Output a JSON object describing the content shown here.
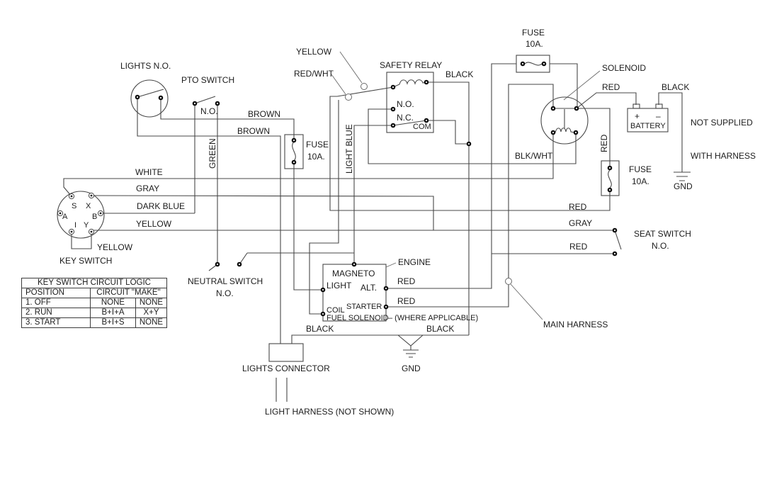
{
  "wire_labels": {
    "brown_upper": "BROWN",
    "brown_lower": "BROWN",
    "green": "GREEN",
    "white": "WHITE",
    "gray_left": "GRAY",
    "dark_blue": "DARK BLUE",
    "yellow_left": "YELLOW",
    "yellow_jumper": "YELLOW",
    "yellow_connector": "YELLOW",
    "red_wht": "RED/WHT",
    "light_blue": "LIGHT BLUE",
    "black_relay": "BLACK",
    "blk_wht": "BLK/WHT",
    "red_battery": "RED",
    "black_battery": "BLACK",
    "red_solenoid_vert": "RED",
    "red_charge": "RED",
    "gray_right": "GRAY",
    "red_seat": "RED",
    "red_alt": "RED",
    "red_starter": "RED",
    "black_ground_left": "BLACK",
    "black_ground_right": "BLACK"
  },
  "components": {
    "lights_switch": {
      "title": "LIGHTS N.O."
    },
    "pto_switch": {
      "title": "PTO SWITCH",
      "state": "N.O."
    },
    "fuse_pto": {
      "line1": "FUSE",
      "line2": "10A."
    },
    "fuse_top": {
      "line1": "FUSE",
      "line2": "10A."
    },
    "fuse_right": {
      "line1": "FUSE",
      "line2": "10A."
    },
    "key_switch": {
      "title": "KEY SWITCH",
      "terminals": [
        "S",
        "X",
        "A",
        "B",
        "I",
        "Y"
      ]
    },
    "neutral_switch": {
      "title": "NEUTRAL SWITCH",
      "state": "N.O."
    },
    "safety_relay": {
      "title": "SAFETY RELAY",
      "no": "N.O.",
      "nc": "N.C.",
      "com": "COM"
    },
    "solenoid": {
      "title": "SOLENOID"
    },
    "battery": {
      "title": "BATTERY",
      "plus": "+",
      "minus": "–"
    },
    "engine": {
      "title": "ENGINE",
      "magneto": "MAGNETO",
      "light": "LIGHT",
      "alt": "ALT.",
      "coil": "COIL",
      "starter": "STARTER",
      "fuel_solenoid": "FUEL SOLENOID",
      "where_applicable": "– (WHERE APPLICABLE)"
    },
    "seat_switch": {
      "title": "SEAT SWITCH",
      "state": "N.O."
    },
    "lights_connector": {
      "title": "LIGHTS CONNECTOR"
    },
    "main_harness": {
      "title": "MAIN HARNESS"
    },
    "light_harness": {
      "title": "LIGHT HARNESS (NOT SHOWN)"
    },
    "ground_center": {
      "label": "GND"
    },
    "ground_right": {
      "label": "GND"
    }
  },
  "notes": {
    "not_supplied": "NOT SUPPLIED",
    "with_harness": "WITH HARNESS"
  },
  "table": {
    "title": "KEY SWITCH CIRCUIT LOGIC",
    "col_position": "POSITION",
    "col_circuit": "CIRCUIT \"MAKE\"",
    "rows": [
      [
        "1. OFF",
        "NONE",
        "NONE"
      ],
      [
        "2. RUN",
        "B+I+A",
        "X+Y"
      ],
      [
        "3. START",
        "B+I+S",
        "NONE"
      ]
    ]
  }
}
